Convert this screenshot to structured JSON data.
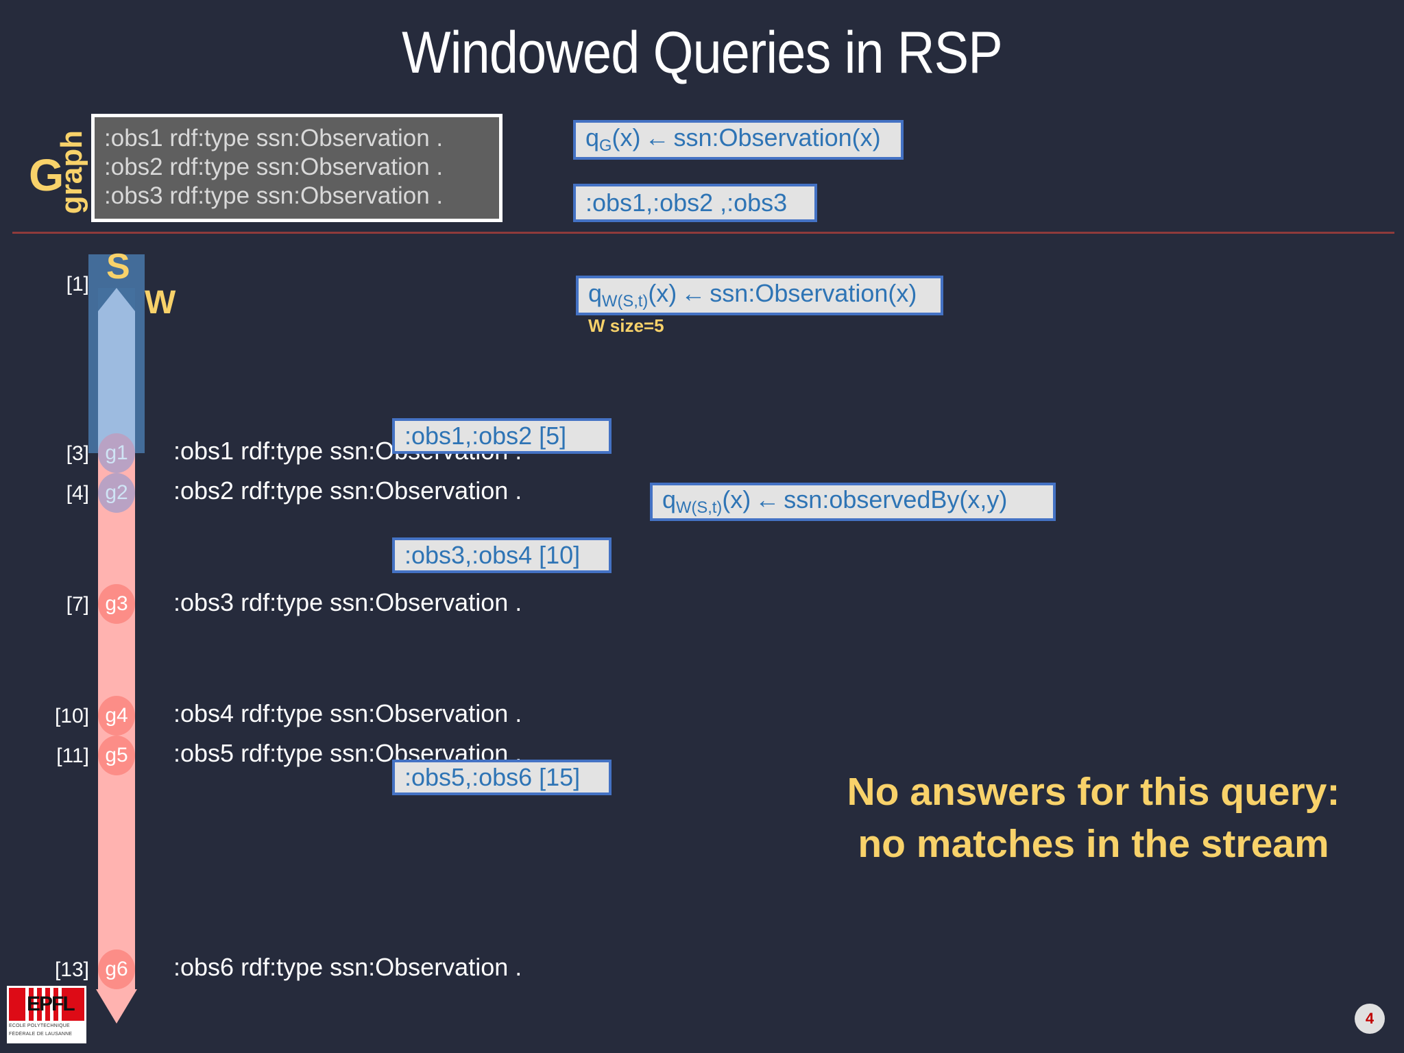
{
  "slide": {
    "title": "Windowed Queries in RSP",
    "page_number": "4",
    "colors": {
      "background": "#262b3c",
      "accent_yellow": "#f8d26a",
      "box_blue_border": "#4472c4",
      "box_text_blue": "#2e74b5",
      "stream_blue": "#44709e",
      "window_blue": "#9dbbe0",
      "arrow_pink": "#ffb3b0",
      "divider_red": "#8f3b3b",
      "logo_red": "#dd0b16"
    }
  },
  "graph_section": {
    "label_g": "G",
    "label_graph": "graph",
    "triples": [
      ":obs1 rdf:type ssn:Observation .",
      ":obs2 rdf:type ssn:Observation .",
      ":obs3 rdf:type ssn:Observation ."
    ]
  },
  "graph_query": {
    "query_prefix": "q",
    "query_subscript": "G",
    "query_rest": "(x)",
    "arrow": "←",
    "query_body": "ssn:Observation(x)",
    "result": ":obs1,:obs2 ,:obs3"
  },
  "window_query_1": {
    "query_prefix": "q",
    "query_subscript": "W(S,t)",
    "query_rest": "(x)",
    "arrow": "←",
    "query_body": "ssn:Observation(x)",
    "note": "W size=5"
  },
  "window_query_2": {
    "query_prefix": "q",
    "query_subscript": "W(S,t)",
    "query_rest": "(x)",
    "arrow": "←",
    "query_body": "ssn:observedBy(x,y)"
  },
  "stream": {
    "label_s": "S",
    "label_w": "W",
    "rows": [
      {
        "index": "[1]",
        "circle": "",
        "triple": ""
      },
      {
        "index": "[3]",
        "circle": "g1",
        "triple": ":obs1 rdf:type ssn:Observation ."
      },
      {
        "index": "[4]",
        "circle": "g2",
        "triple": ":obs2 rdf:type ssn:Observation ."
      },
      {
        "index": "[7]",
        "circle": "g3",
        "triple": ":obs3 rdf:type ssn:Observation ."
      },
      {
        "index": "[10]",
        "circle": "g4",
        "triple": ":obs4 rdf:type ssn:Observation ."
      },
      {
        "index": "[11]",
        "circle": "g5",
        "triple": ":obs5 rdf:type ssn:Observation ."
      },
      {
        "index": "[13]",
        "circle": "g6",
        "triple": ":obs6 rdf:type ssn:Observation ."
      }
    ]
  },
  "window_results": [
    ":obs1,:obs2 [5]",
    ":obs3,:obs4 [10]",
    ":obs5,:obs6 [15]"
  ],
  "callout": {
    "line1": "No answers for this query:",
    "line2": "no matches in the stream"
  },
  "logo": {
    "mark": "EPFL",
    "line1": "ECOLE POLYTECHNIQUE",
    "line2": "FÉDÉRALE DE LAUSANNE"
  }
}
